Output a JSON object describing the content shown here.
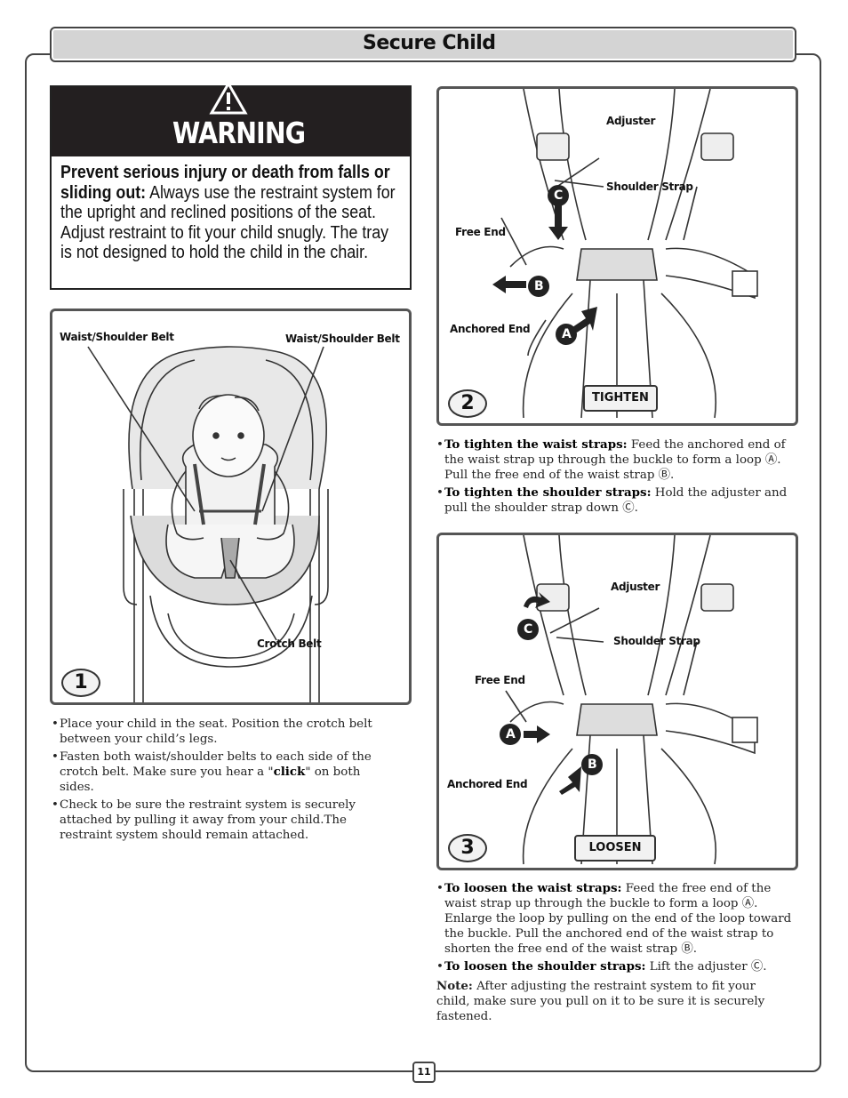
{
  "section_title": "Secure Child",
  "warning": {
    "heading": "WARNING",
    "bold_text": "Prevent serious injury or death from falls or sliding out:",
    "text": " Always use the restraint system for the upright and reclined positions of the seat. Adjust restraint to fit your child snugly. The tray is not designed to hold the child in the chair."
  },
  "figure1": {
    "label_left": "Waist/Shoulder Belt",
    "label_right": "Waist/Shoulder Belt",
    "label_crotch": "Crotch Belt",
    "step": "1"
  },
  "figure2": {
    "label_adjuster": "Adjuster",
    "label_shoulder": "Shoulder Strap",
    "label_free": "Free End",
    "label_anchored": "Anchored End",
    "tag": "TIGHTEN",
    "step": "2",
    "marker_a": "A",
    "marker_b": "B",
    "marker_c": "C"
  },
  "figure3": {
    "label_adjuster": "Adjuster",
    "label_shoulder": "Shoulder Strap",
    "label_free": "Free End",
    "label_anchored": "Anchored End",
    "tag": "LOOSEN",
    "step": "3",
    "marker_a": "A",
    "marker_b": "B",
    "marker_c": "C"
  },
  "left_bullets": [
    {
      "pre": "Place your child in the seat. Position the crotch belt between your child’s legs.",
      "bold": "",
      "post": ""
    },
    {
      "pre": "Fasten both waist/shoulder belts to each side of the crotch belt. Make sure you hear a \"",
      "bold": "click",
      "post": "\" on both sides."
    },
    {
      "pre": "Check to be sure the restraint system is securely attached by pulling it away from your child.The restraint system should remain attached.",
      "bold": "",
      "post": ""
    }
  ],
  "tighten_bullets": [
    {
      "bold": "To tighten the waist straps:",
      "text": " Feed the anchored end of the waist strap up through the buckle to form a loop Ⓐ. Pull the free end of the waist strap Ⓑ."
    },
    {
      "bold": "To tighten the shoulder straps:",
      "text": " Hold the adjuster and pull the shoulder strap down Ⓒ."
    }
  ],
  "loosen_bullets": [
    {
      "bold": "To loosen the waist straps:",
      "text": " Feed the free end of the waist strap up through the buckle to form a loop Ⓐ. Enlarge the loop by pulling on the end of the loop toward the buckle. Pull the anchored end of the waist strap to shorten the free end of the waist strap Ⓑ."
    },
    {
      "bold": "To loosen the shoulder straps:",
      "text": " Lift the adjuster Ⓒ."
    }
  ],
  "note": {
    "bold": "Note:",
    "text": " After adjusting the restraint system to fit your child, make sure you pull on it to be sure it is securely fastened."
  },
  "page_number": "11"
}
